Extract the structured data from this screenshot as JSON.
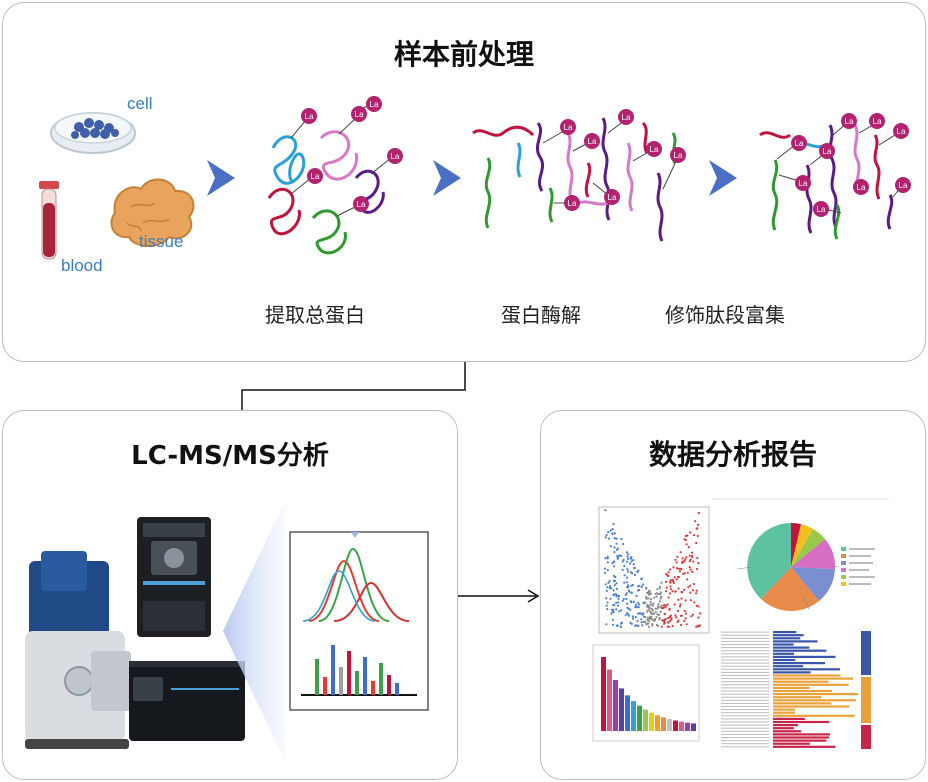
{
  "top_panel": {
    "title": "样本前处理",
    "sample_labels": {
      "cell": "cell",
      "tissue": "tissue",
      "blood": "blood"
    },
    "tag_label": "La",
    "stages": [
      "提取总蛋白",
      "蛋白酶解",
      "修饰肽段富集"
    ]
  },
  "lcms_panel": {
    "title": "LC-MS/MS分析"
  },
  "report_panel": {
    "title": "数据分析报告"
  },
  "colors": {
    "arrow_blue": "#4a6fc4",
    "tag_fill": "#b2226e",
    "peptide_colors": [
      "#2aa0d8",
      "#d879c8",
      "#c0143c",
      "#5a1a8a",
      "#2e9a2e"
    ],
    "volcano_blue": "#4a7fd4",
    "volcano_red": "#e03a3a",
    "volcano_grey": "#8a8a8a"
  }
}
